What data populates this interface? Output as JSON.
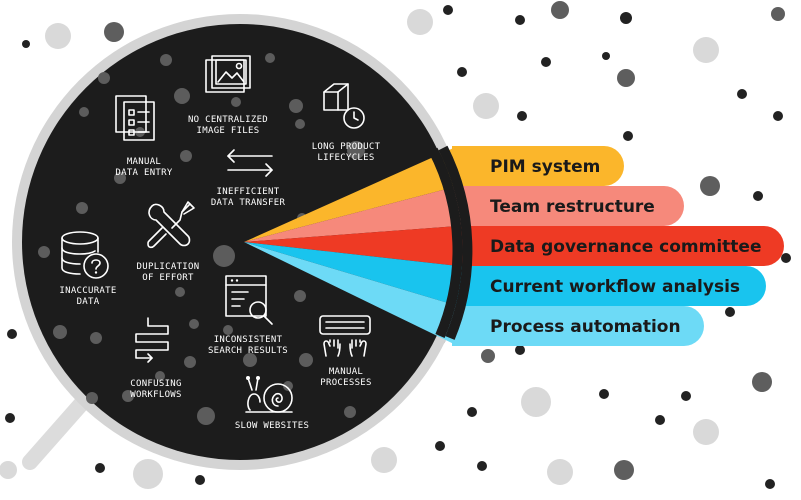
{
  "problems": [
    {
      "id": "manual-data-entry",
      "icon": "checklist-icon",
      "lines": [
        "MANUAL",
        "DATA ENTRY"
      ]
    },
    {
      "id": "no-centralized-image-files",
      "icon": "image-files-icon",
      "lines": [
        "NO CENTRALIZED",
        "IMAGE FILES"
      ]
    },
    {
      "id": "long-product-lifecycles",
      "icon": "box-clock-icon",
      "lines": [
        "LONG PRODUCT",
        "LIFECYCLES"
      ]
    },
    {
      "id": "inefficient-data-transfer",
      "icon": "transfer-arrows-icon",
      "lines": [
        "INEFFICIENT",
        "DATA TRANSFER"
      ]
    },
    {
      "id": "duplication-of-effort",
      "icon": "crossed-wrenches-icon",
      "lines": [
        "DUPLICATION",
        "OF EFFORT"
      ]
    },
    {
      "id": "inaccurate-data",
      "icon": "database-question-icon",
      "lines": [
        "INACCURATE",
        "DATA"
      ]
    },
    {
      "id": "inconsistent-search-results",
      "icon": "search-window-icon",
      "lines": [
        "INCONSISTENT",
        "SEARCH RESULTS"
      ]
    },
    {
      "id": "confusing-workflows",
      "icon": "tangled-arrow-icon",
      "lines": [
        "CONFUSING",
        "WORKFLOWS"
      ]
    },
    {
      "id": "manual-processes",
      "icon": "hands-keyboard-icon",
      "lines": [
        "MANUAL",
        "PROCESSES"
      ]
    },
    {
      "id": "slow-websites",
      "icon": "snail-icon",
      "lines": [
        "SLOW WEBSITES"
      ]
    }
  ],
  "solutions": [
    {
      "label": "PIM system",
      "color": "#fbb62b",
      "text_color": "#1a1a1a"
    },
    {
      "label": "Team restructure",
      "color": "#f6897b",
      "text_color": "#1a1a1a"
    },
    {
      "label": "Data governance committee",
      "color": "#ee3a24",
      "text_color": "#1a1a1a"
    },
    {
      "label": "Current workflow analysis",
      "color": "#19c4ee",
      "text_color": "#1a1a1a"
    },
    {
      "label": "Process automation",
      "color": "#6ddaf6",
      "text_color": "#1a1a1a"
    }
  ],
  "colors": {
    "lens": "#1c1c1c",
    "rim": "#d4d4d4",
    "handle": "#dcdcdc",
    "dot_dark": "#222222",
    "dot_mid": "#5e5e5e",
    "dot_light": "#d9d9d9",
    "lens_dot": "#5c5c5c"
  }
}
